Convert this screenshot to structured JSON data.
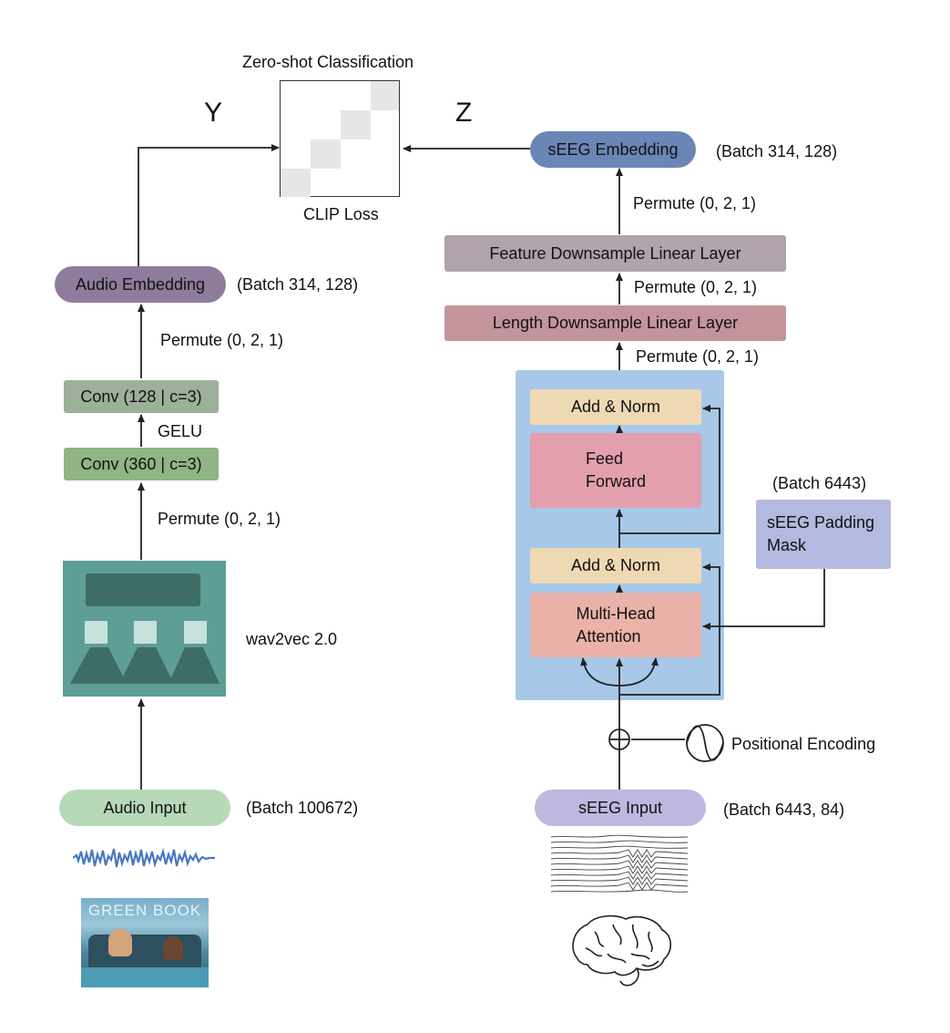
{
  "title": "Zero-shot Classification",
  "clip_loss": "CLIP Loss",
  "labels": {
    "y": "Y",
    "z": "Z"
  },
  "audio": {
    "embedding": "Audio Embedding",
    "embedding_shape": "(Batch 314, 128)",
    "permute_top": "Permute (0, 2, 1)",
    "conv128": "Conv (128 | c=3)",
    "gelu": "GELU",
    "conv360": "Conv (360 | c=3)",
    "permute_bottom": "Permute (0, 2, 1)",
    "wav2vec": "wav2vec 2.0",
    "input": "Audio Input",
    "input_shape": "(Batch 100672)",
    "poster_text": "GREEN BOOK"
  },
  "seeg": {
    "embedding": "sEEG Embedding",
    "embedding_shape": "(Batch 314, 128)",
    "permute_1": "Permute (0, 2, 1)",
    "feature_downsample": "Feature Downsample Linear Layer",
    "permute_2": "Permute (0, 2, 1)",
    "length_downsample": "Length Downsample Linear Layer",
    "permute_3": "Permute (0, 2, 1)",
    "add_norm_top": "Add & Norm",
    "feed_forward": "Feed\nForward",
    "add_norm_bottom": "Add & Norm",
    "mha": "Multi-Head\nAttention",
    "mask_shape": "(Batch 6443)",
    "padding_mask": "sEEG Padding\nMask",
    "positional_encoding": "Positional Encoding",
    "input": "sEEG Input",
    "input_shape": "(Batch 6443, 84)"
  },
  "colors": {
    "audio_embedding": "#8f7c9c",
    "conv128": "#9db09a",
    "conv360": "#8fb584",
    "wav2vec_body": "#5d9e96",
    "wav2vec_dark": "#3e6d66",
    "wav2vec_light": "#c7e2dd",
    "audio_input": "#b6d9b8",
    "seeg_embedding": "#6a86b6",
    "feature_downsample": "#b0a3ad",
    "length_downsample": "#c4949d",
    "transformer_block": "#a7c8e8",
    "add_norm": "#efd9b4",
    "feed_forward": "#e39fad",
    "mha": "#eab2a8",
    "padding_mask": "#b3b9df",
    "seeg_input": "#bcb8e0",
    "clip_cell": "#e6e6e6",
    "waveform": "#4a78c2"
  }
}
